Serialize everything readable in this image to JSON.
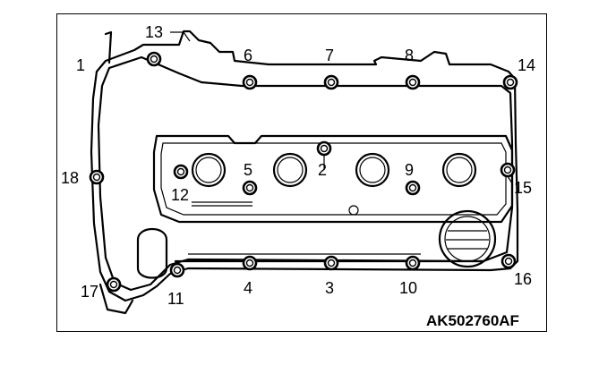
{
  "diagram": {
    "figure_code": "AK502760AF",
    "bolt_labels": [
      "1",
      "2",
      "3",
      "4",
      "5",
      "6",
      "7",
      "8",
      "9",
      "10",
      "11",
      "12",
      "13",
      "14",
      "15",
      "16",
      "17",
      "18"
    ]
  }
}
